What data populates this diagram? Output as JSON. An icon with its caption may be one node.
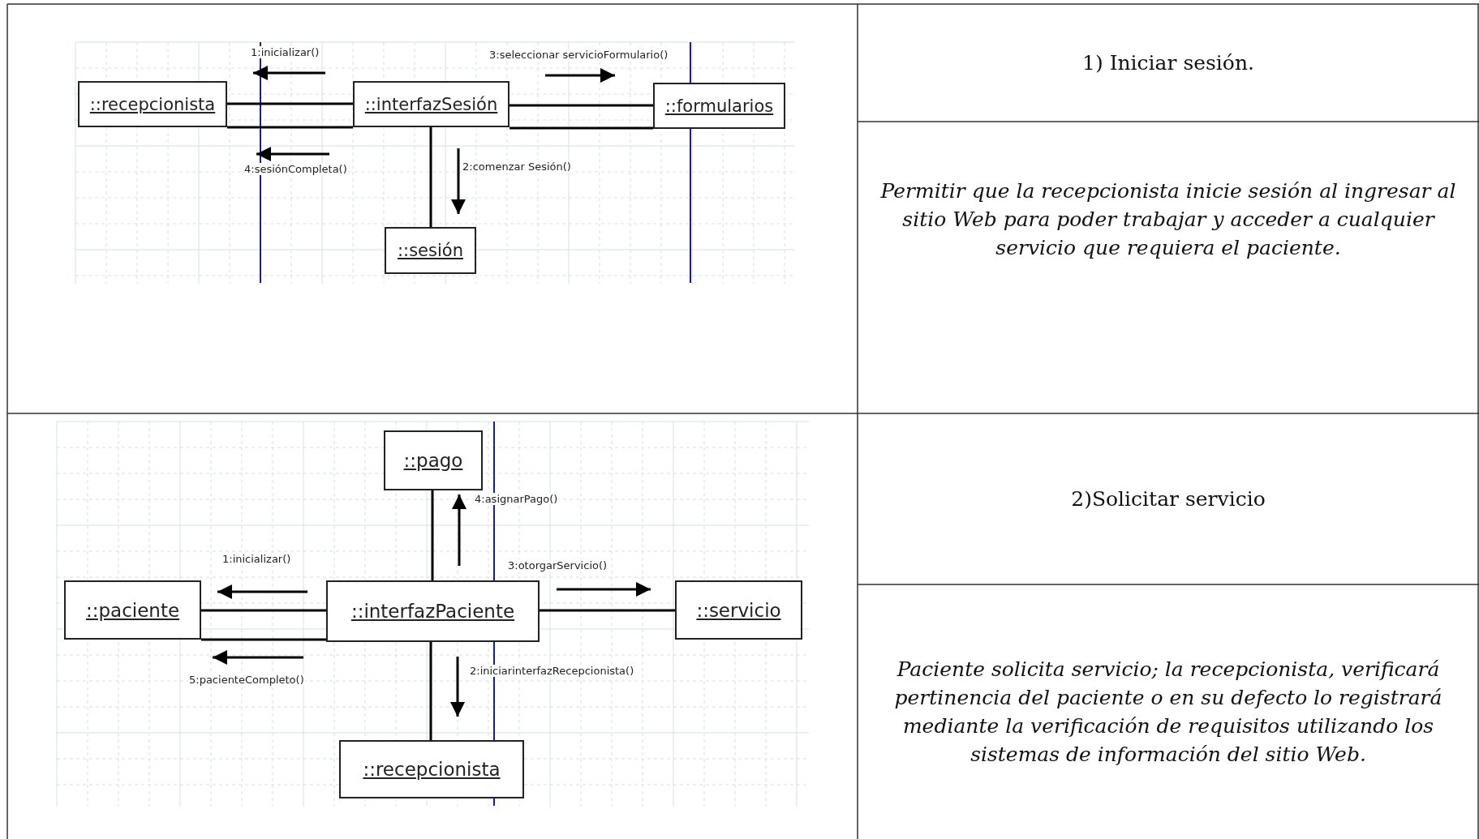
{
  "diagram": {
    "nodes": [
      {
        "text": [
          "::recepcionista"
        ]
      },
      {
        "text": [
          "::interfazSesión"
        ]
      },
      {
        "text": [
          "::formularios"
        ]
      },
      {
        "text": [
          "::sesión"
        ]
      },
      {
        "text": [
          "::pago"
        ]
      },
      {
        "text": [
          "::paciente"
        ]
      },
      {
        "text": [
          "::interfazPaciente"
        ]
      },
      {
        "text": [
          "::servicio"
        ]
      },
      {
        "text": [
          "::recepcionista"
        ]
      }
    ],
    "edges": [
      {
        "from": 0,
        "to": 1,
        "arrow": "none",
        "label": "1:inicializar()"
      },
      {
        "from": 0,
        "to": 1,
        "arrow": "none",
        "label": "4:sesiónCompleta()"
      },
      {
        "from": 1,
        "to": 2,
        "arrow": "none",
        "label": "3:seleccionar servicioFormulario()"
      },
      {
        "from": 1,
        "to": 2,
        "arrow": "none"
      },
      {
        "from": 1,
        "to": 3,
        "arrow": "none",
        "label": "2:comenzar Sesión()"
      },
      {
        "from": 6,
        "to": 5,
        "arrow": "none",
        "label": "1:inicializar()"
      },
      {
        "from": 6,
        "to": 5,
        "arrow": "none",
        "label": "5:pacienteCompleto()"
      },
      {
        "from": 6,
        "to": 4,
        "arrow": "none",
        "label": "4:asignarPago()"
      },
      {
        "from": 6,
        "to": 7,
        "arrow": "none",
        "label": "3:otorgarServicio()"
      },
      {
        "from": 6,
        "to": 8,
        "arrow": "none",
        "label": "2:iniciarinterfazRecepcionista()"
      }
    ],
    "labels": [
      "1) Iniciar sesión.",
      "Permitir que la recepcionista inicie sesión al ingresar al sitio Web para poder trabajar y acceder a cualquier servicio que requiera el paciente.",
      "2)Solicitar servicio",
      "Paciente solicita servicio; la recepcionista, verificará pertinencia del paciente o en su defecto lo registrará mediante la verificación de requisitos utilizando los sistemas de información del sitio Web."
    ]
  }
}
